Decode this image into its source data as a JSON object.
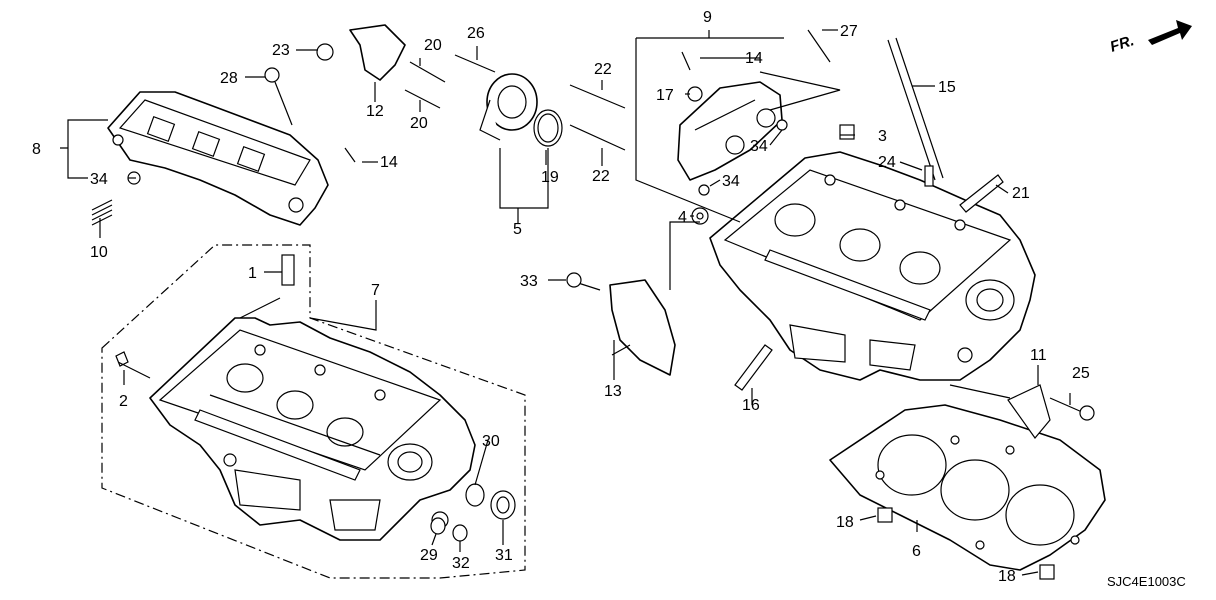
{
  "diagram_code": "SJC4E1003C",
  "direction_label": "FR.",
  "callouts": {
    "c1": "1",
    "c2": "2",
    "c3": "3",
    "c4": "4",
    "c5": "5",
    "c6": "6",
    "c7": "7",
    "c8": "8",
    "c9": "9",
    "c10": "10",
    "c11": "11",
    "c12": "12",
    "c13": "13",
    "c14a": "14",
    "c14b": "14",
    "c15": "15",
    "c16": "16",
    "c17": "17",
    "c18a": "18",
    "c18b": "18",
    "c19": "19",
    "c20a": "20",
    "c20b": "20",
    "c21": "21",
    "c22a": "22",
    "c22b": "22",
    "c23": "23",
    "c24": "24",
    "c25": "25",
    "c26": "26",
    "c27": "27",
    "c28": "28",
    "c29": "29",
    "c30": "30",
    "c31": "31",
    "c32": "32",
    "c33": "33",
    "c34a": "34",
    "c34b": "34",
    "c34c": "34"
  }
}
